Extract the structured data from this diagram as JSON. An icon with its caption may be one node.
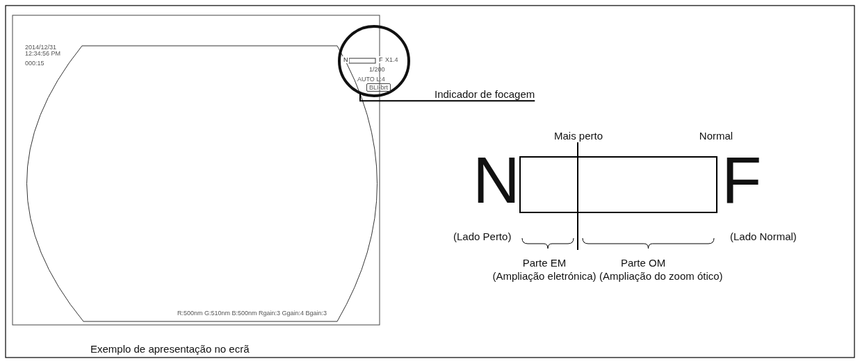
{
  "diagram": {
    "caption": "Exemplo de apresentação no ecrã",
    "nodes": [
      {
        "text": [
          "Indicador de focagem"
        ]
      },
      {
        "text": [],
        "shape": "circle"
      }
    ],
    "edges": [
      {
        "from": 0,
        "to": 1,
        "arrow": "none"
      }
    ],
    "labels": [
      "2014/12/31",
      "12:34:56 PM",
      "000:15",
      "N",
      "F",
      "X1.4",
      "1/200",
      "AUTO L:4",
      "BLI-brt",
      "R:500nm G:510nm B:500nm Rgain:3 Ggain:4 Bgain:3",
      "Mais perto",
      "Normal",
      "N",
      "F",
      "(Lado Perto)",
      "(Lado Normal)",
      "Parte EM",
      "(Ampliação eletrónica)",
      "Parte OM",
      "(Ampliação do zoom ótico)"
    ]
  }
}
